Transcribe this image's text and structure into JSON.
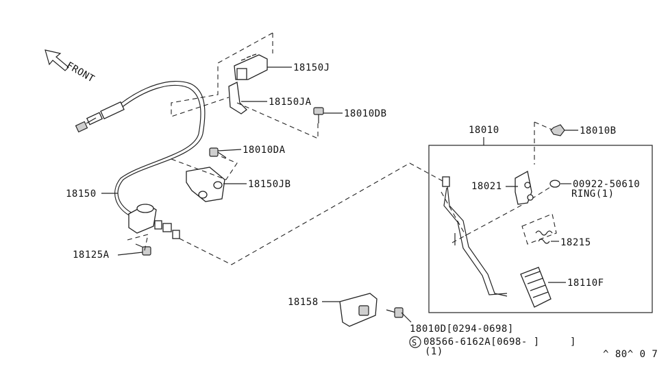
{
  "diagram": {
    "direction_label": "FRONT",
    "labels": {
      "p18150J": "18150J",
      "p18150JA": "18150JA",
      "p18010DB": "18010DB",
      "p18010DA": "18010DA",
      "p18150JB": "18150JB",
      "p18150": "18150",
      "p18125A": "18125A",
      "p18158": "18158",
      "p18010D": "18010D[0294-0698]",
      "p08566": "08566-6162A[0698-    ]",
      "p08566_qty": "(1)",
      "p18010": "18010",
      "p18010B": "18010B",
      "p18021": "18021",
      "p00922": "00922-50610",
      "p00922_ring": "RING(1)",
      "p18215": "18215",
      "p18110F": "18110F",
      "s_mark": "S",
      "diagram_code": "^ 80^ 0 7"
    }
  }
}
